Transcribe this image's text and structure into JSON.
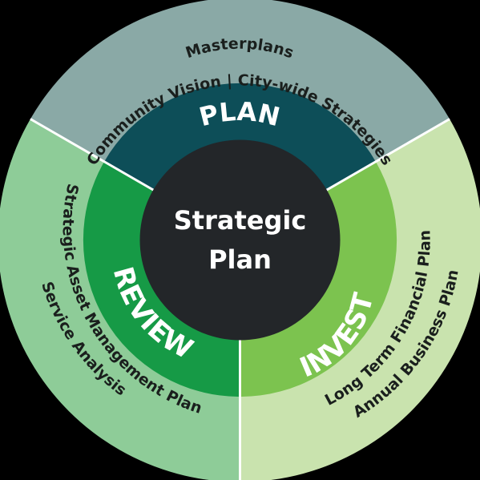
{
  "center": {
    "line1": "Strategic",
    "line2": "Plan"
  },
  "stages": {
    "plan": {
      "label": "PLAN",
      "items_line1": "Community Vision | City-wide Strategies",
      "items_line2": "Masterplans"
    },
    "invest": {
      "label": "INVEST",
      "items_line1": "Long Term Financial Plan",
      "items_line2": "Annual Business Plan"
    },
    "review": {
      "label": "REVIEW",
      "items_line1": "Strategic Asset Management Plan",
      "items_line2": "Service Analysis"
    }
  },
  "colors": {
    "background": "#000000",
    "plan_outer": "#8aa9a6",
    "plan_middle": "#0d4e58",
    "invest_outer": "#c9e3ae",
    "invest_middle": "#7cc34f",
    "review_outer": "#8ecc98",
    "review_middle": "#169a46",
    "center": "#232629",
    "separator": "#ffffff"
  }
}
